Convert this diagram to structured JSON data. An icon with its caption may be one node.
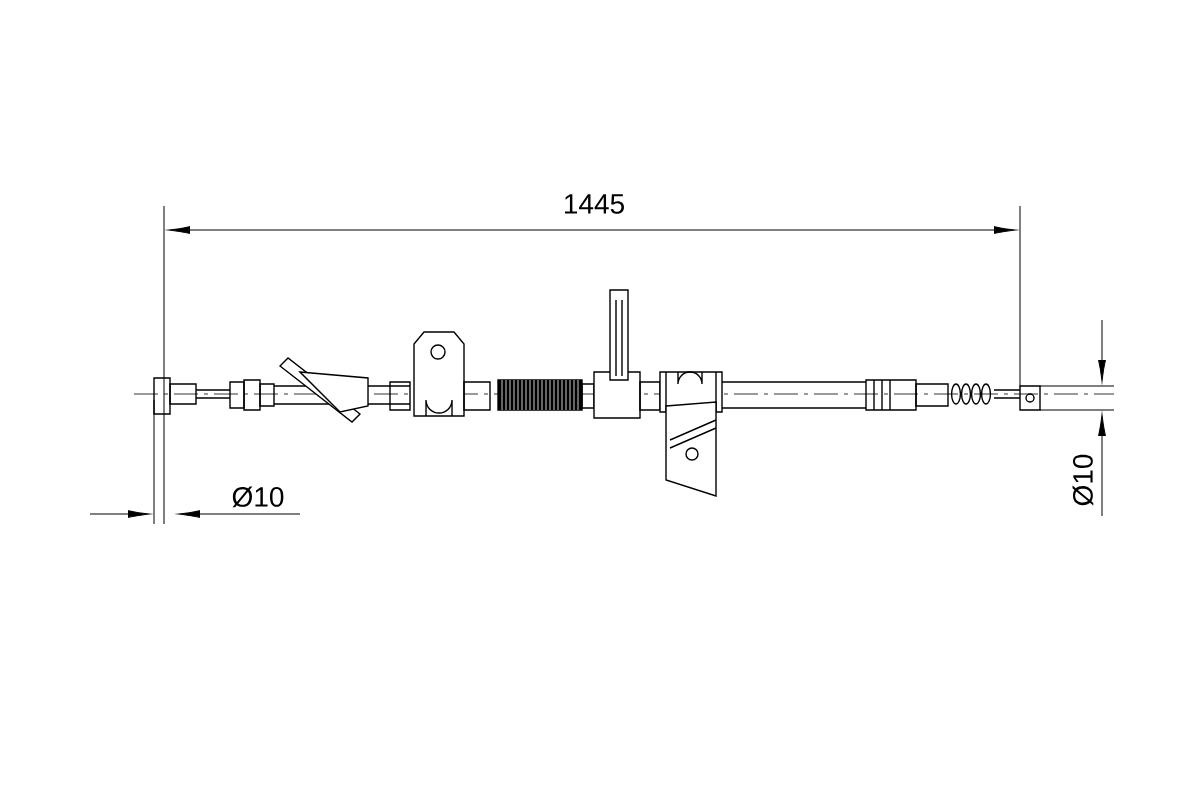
{
  "diagram": {
    "labels": [
      "1445",
      "Ø10",
      "Ø10"
    ]
  }
}
